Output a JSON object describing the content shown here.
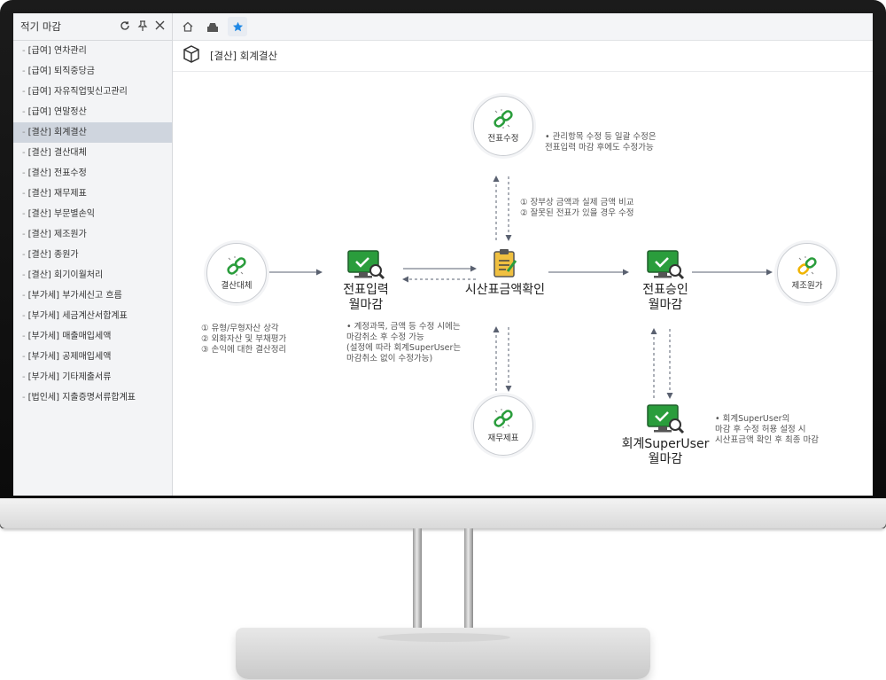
{
  "sidebar": {
    "title": "적기 마감",
    "items": [
      {
        "label": "[급여] 연차관리",
        "active": false
      },
      {
        "label": "[급여] 퇴직중당금",
        "active": false
      },
      {
        "label": "[급여] 자유직업및신고관리",
        "active": false
      },
      {
        "label": "[급여] 연말정산",
        "active": false
      },
      {
        "label": "[결산] 회계결산",
        "active": true
      },
      {
        "label": "[결산] 결산대체",
        "active": false
      },
      {
        "label": "[결산] 전표수정",
        "active": false
      },
      {
        "label": "[결산] 재무제표",
        "active": false
      },
      {
        "label": "[결산] 부문별손익",
        "active": false
      },
      {
        "label": "[결산] 제조원가",
        "active": false
      },
      {
        "label": "[결산] 종원가",
        "active": false
      },
      {
        "label": "[결산] 회기이월처리",
        "active": false
      },
      {
        "label": "[부가세] 부가세신고 흐름",
        "active": false
      },
      {
        "label": "[부가세] 세금계산서합계표",
        "active": false
      },
      {
        "label": "[부가세] 매출매입세액",
        "active": false
      },
      {
        "label": "[부가세] 공제매입세액",
        "active": false
      },
      {
        "label": "[부가세] 기타제출서류",
        "active": false
      },
      {
        "label": "[법인세] 지출증명서류합계표",
        "active": false
      }
    ]
  },
  "main": {
    "page_title": "[결산] 회계결산"
  },
  "diagram": {
    "circle_nodes": {
      "settle": "결산대체",
      "voucher_edit": "전표수정",
      "fin_stmt": "재무제표",
      "mfg_cost": "제조원가"
    },
    "box_nodes": {
      "voucher_close": [
        "전표입력",
        "월마감"
      ],
      "trial_check": "시산표금액확인",
      "approval_close": [
        "전표승인",
        "월마감"
      ],
      "superuser_close": [
        "회계SuperUser",
        "월마감"
      ]
    },
    "notes": {
      "settle": [
        "① 유형/무형자산 상각",
        "② 외화자산 및 부채평가",
        "③ 손익에 대한 결산정리"
      ],
      "voucher_close": [
        "•  계정과목, 금액 등 수정 시에는",
        "    마감취소 후 수정 가능",
        "    (설정에 따라 회계SuperUser는",
        "     마감취소 없이 수정가능)"
      ],
      "voucher_edit": [
        "•  관리항목 수정 등 일괄 수정은",
        "    전표입력 마감 후에도 수정가능"
      ],
      "trial_check": [
        "① 장부상 금액과 실제 금액 비교",
        "② 잘못된 전표가 있을 경우 수정"
      ],
      "superuser": [
        "•  회계SuperUser의",
        "    마감 후 수정 허용 설정 시",
        "    시산표금액 확인 후 최종 마감"
      ]
    }
  },
  "colors": {
    "accent_green": "#2a9d3c",
    "link_yellow": "#f0b400",
    "active_row": "#cfd5de",
    "arrow": "#5a6170",
    "star": "#1e88e5"
  }
}
